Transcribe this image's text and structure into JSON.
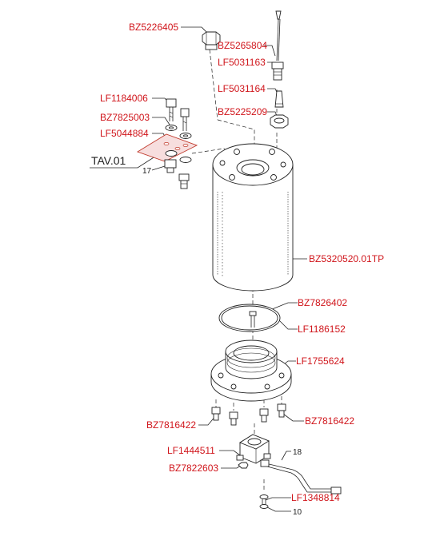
{
  "diagram": {
    "labels": {
      "bz5226405": "BZ5226405",
      "bz5265804": "BZ5265804",
      "lf5031163": "LF5031163",
      "lf5031164": "LF5031164",
      "bz5225209": "BZ5225209",
      "lf1184006": "LF1184006",
      "bz7825003": "BZ7825003",
      "lf5044884": "LF5044884",
      "tav01": "TAV.01",
      "n17": "17",
      "bz5320520": "BZ5320520.01TP",
      "bz7826402": "BZ7826402",
      "lf1186152": "LF1186152",
      "lf1755624": "LF1755624",
      "bz7816422_left": "BZ7816422",
      "bz7816422_right": "BZ7816422",
      "lf1444511": "LF1444511",
      "bz7822603": "BZ7822603",
      "n18": "18",
      "lf1348814": "LF1348814",
      "n10": "10"
    },
    "colors": {
      "part_code": "#d0151b",
      "reference": "#222222",
      "highlight": "#c0392b"
    }
  }
}
